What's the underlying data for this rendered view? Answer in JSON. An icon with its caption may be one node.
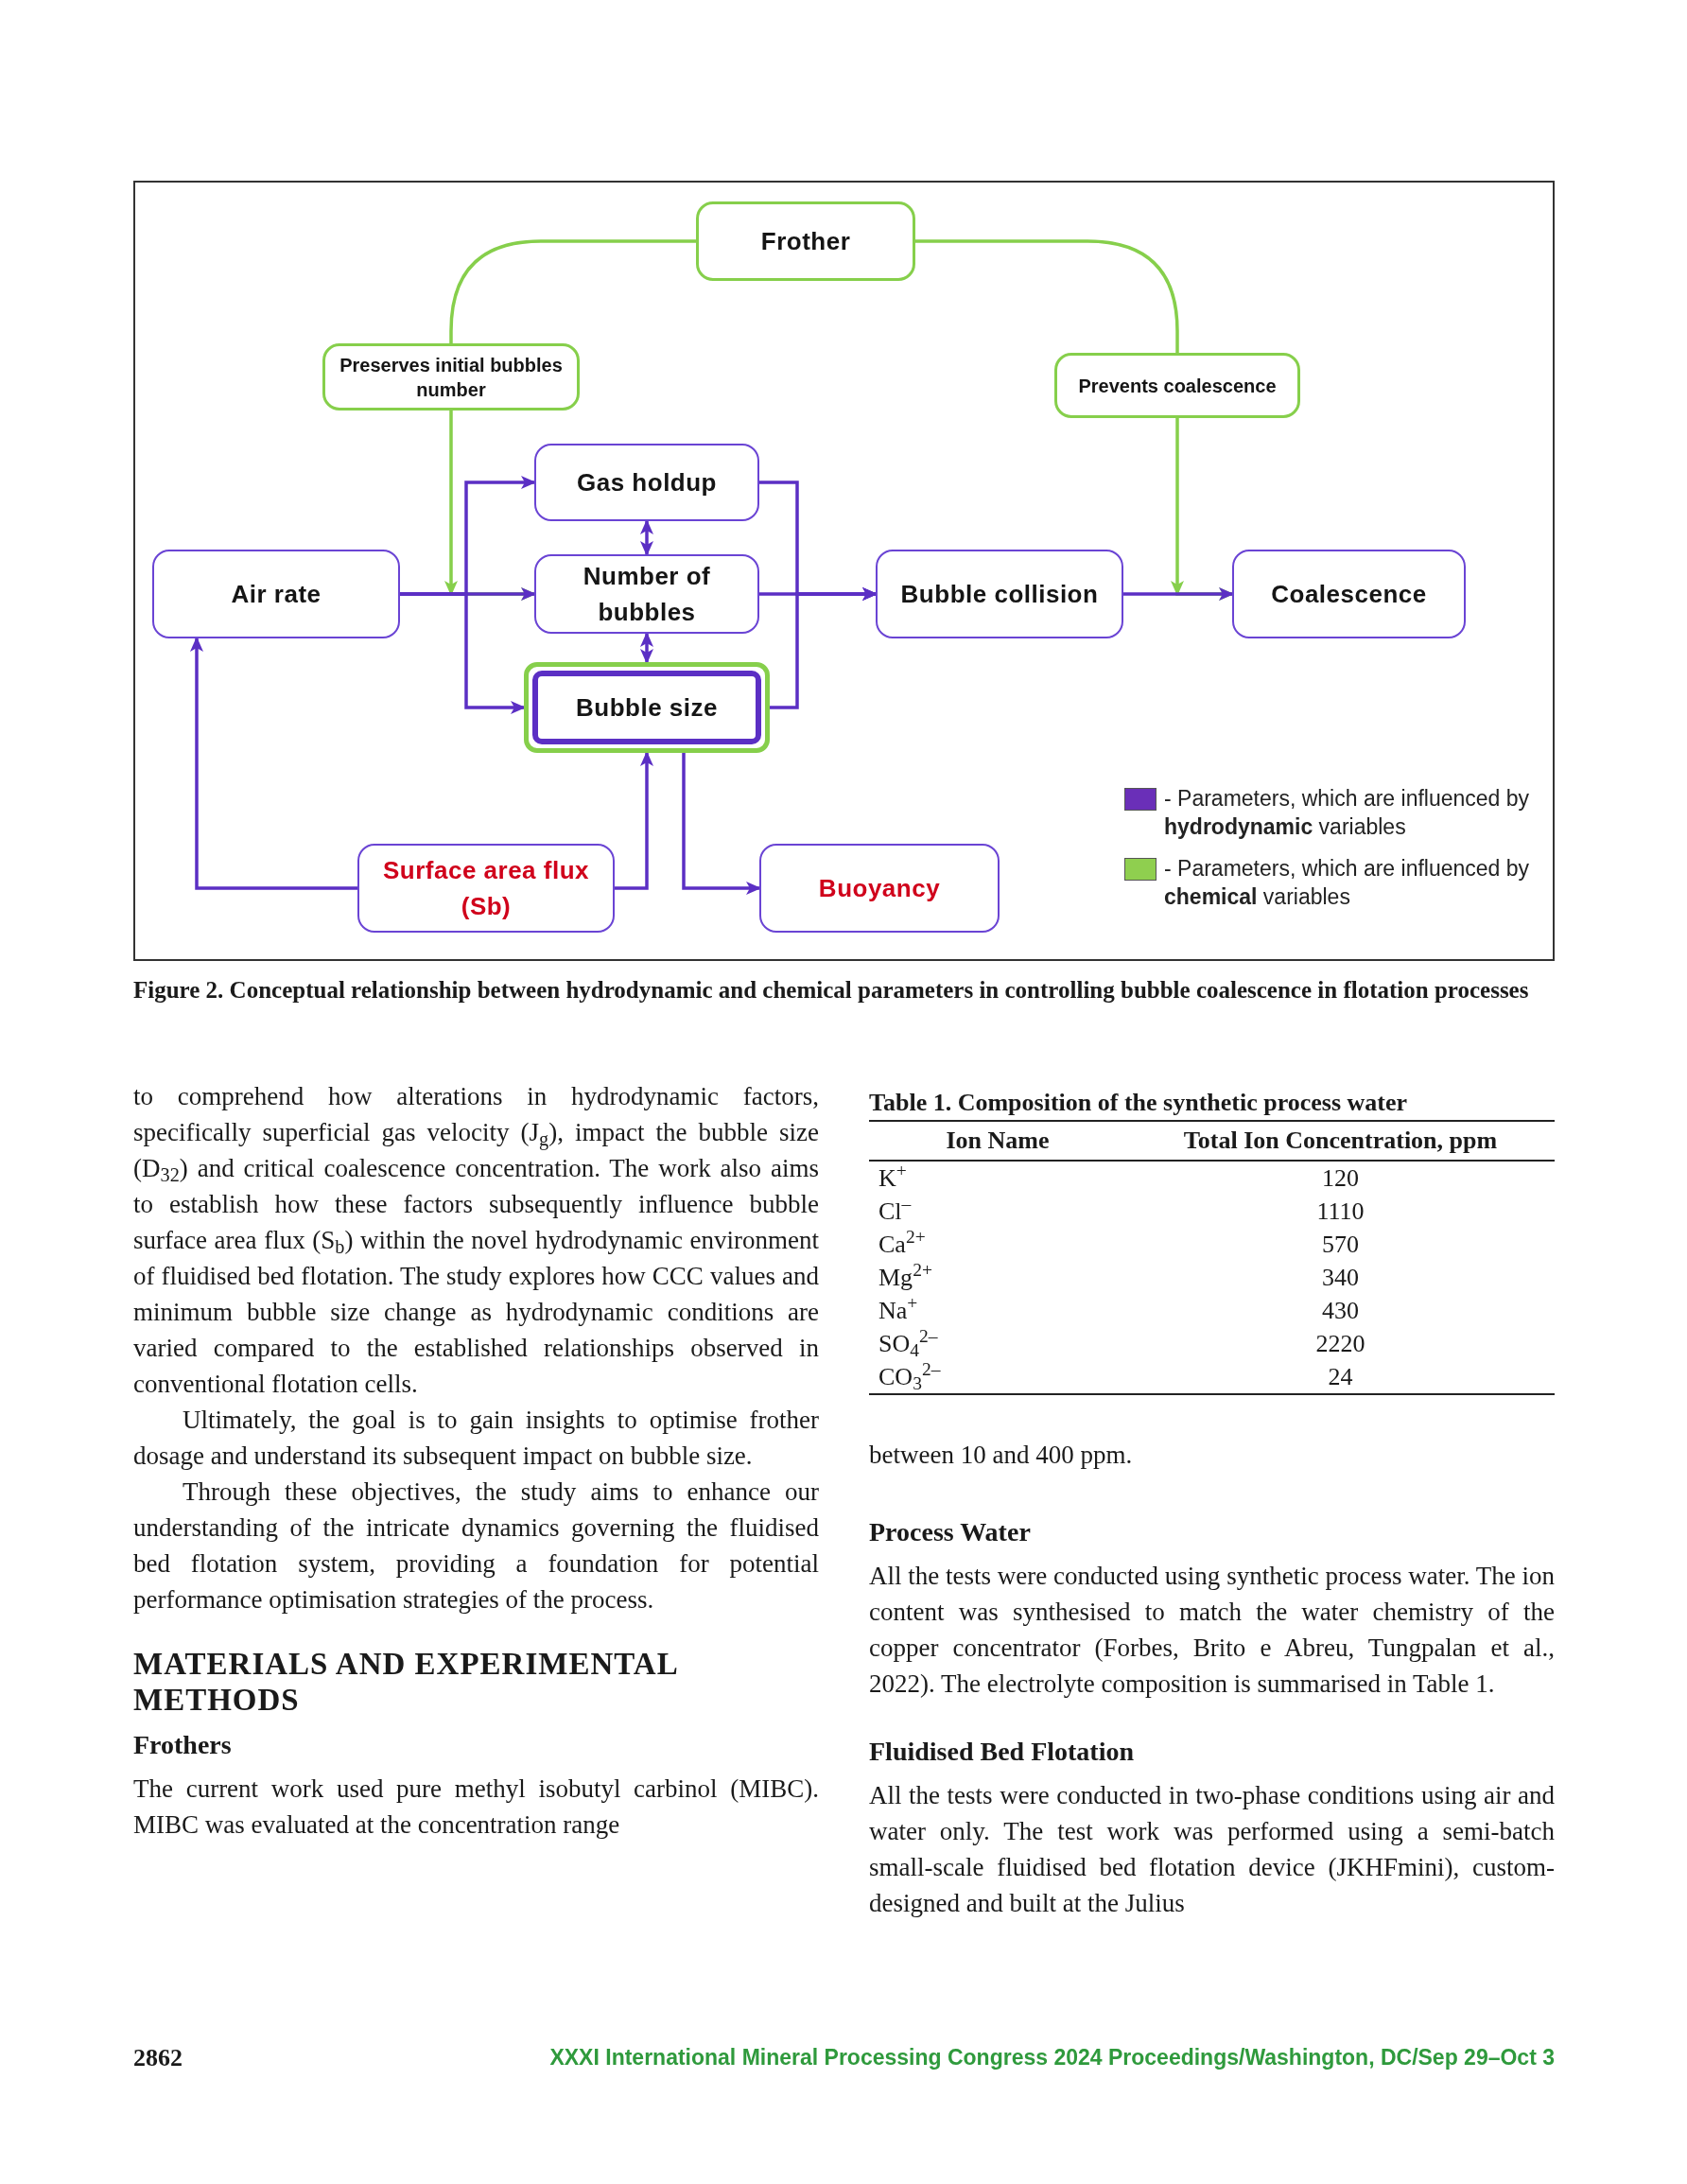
{
  "diagram": {
    "caption": "Figure 2. Conceptual relationship between hydrodynamic and chemical parameters in controlling bubble coalescence in flotation processes",
    "nodes": [
      {
        "text": [
          "Frother"
        ]
      },
      {
        "text": [
          "Preserves initial bubbles number"
        ]
      },
      {
        "text": [
          "Prevents coalescence"
        ]
      },
      {
        "text": [
          "Gas holdup"
        ]
      },
      {
        "text": [
          "Air rate"
        ]
      },
      {
        "text": [
          "Number of bubbles"
        ]
      },
      {
        "text": [
          "Bubble size"
        ]
      },
      {
        "text": [
          "Bubble collision"
        ]
      },
      {
        "text": [
          "Coalescence"
        ]
      },
      {
        "text": [
          "Surface area flux (Sb)"
        ]
      },
      {
        "text": [
          "Buoyancy"
        ]
      }
    ],
    "edges": [
      {
        "from": 0,
        "to": 1,
        "arrow": "none",
        "color": "#86cf4b"
      },
      {
        "from": 1,
        "to": 5,
        "arrow": "to",
        "color": "#86cf4b"
      },
      {
        "from": 0,
        "to": 2,
        "arrow": "none",
        "color": "#86cf4b"
      },
      {
        "from": 2,
        "to": 8,
        "arrow": "to",
        "color": "#86cf4b"
      },
      {
        "from": 4,
        "to": 3,
        "arrow": "to"
      },
      {
        "from": 4,
        "to": 5,
        "arrow": "to"
      },
      {
        "from": 4,
        "to": 6,
        "arrow": "to"
      },
      {
        "from": 3,
        "to": 5,
        "arrow": "both"
      },
      {
        "from": 5,
        "to": 6,
        "arrow": "both"
      },
      {
        "from": 3,
        "to": 7,
        "arrow": "to"
      },
      {
        "from": 5,
        "to": 7,
        "arrow": "to"
      },
      {
        "from": 6,
        "to": 7,
        "arrow": "to"
      },
      {
        "from": 7,
        "to": 8,
        "arrow": "to"
      },
      {
        "from": 9,
        "to": 4,
        "arrow": "to"
      },
      {
        "from": 9,
        "to": 6,
        "arrow": "to"
      },
      {
        "from": 6,
        "to": 10,
        "arrow": "to"
      }
    ],
    "legend": [
      {
        "text": "- Parameters, which are influenced by **hydrodynamic** variables",
        "color": "#6a2fb8"
      },
      {
        "text": "- Parameters, which are influenced by **chemical** variables",
        "color": "#8fcf4f"
      }
    ],
    "labels": [
      "to comprehend how alterations in hydrodynamic factors, specifically superficial gas velocity (J$_{g}$), impact the bubble size (D$_{32}$) and critical coalescence concentration. The work also aims to establish how these factors subsequently influence bubble surface area flux (S$_{b}$) within the novel hydrodynamic environment of fluidised bed flotation. The study explores how CCC values and minimum bubble size change as hydrodynamic conditions are varied compared to the established relationships observed in conventional flotation cells.",
      "Ultimately, the goal is to gain insights to optimise frother dosage and understand its subsequent impact on bubble size.",
      "Through these objectives, the study aims to enhance our understanding of the intricate dynamics governing the fluidised bed flotation system, providing a foundation for potential performance optimisation strategies of the process.",
      "MATERIALS AND EXPERIMENTAL METHODS",
      "Frothers",
      "The current work used pure methyl isobutyl carbinol (MIBC). MIBC was evaluated at the concentration range",
      "Table 1. Composition of the synthetic process water",
      "Ion Name",
      "Total Ion Concentration, ppm",
      "K$^{+}$",
      "120",
      "Cl$^{–}$",
      "1110",
      "Ca$^{2+}$",
      "570",
      "Mg$^{2+}$",
      "340",
      "Na$^{+}$",
      "430",
      "SO$_{4}$$^{2–}$",
      "2220",
      "CO$_{3}$$^{2–}$",
      "24",
      "between 10 and 400 ppm.",
      "Process Water",
      "All the tests were conducted using synthetic process water. The ion content was synthesised to match the water chemistry of the copper concentrator (Forbes, Brito e Abreu, Tungpalan et al., 2022). The electrolyte composition is summarised in Table 1.",
      "Fluidised Bed Flotation",
      "All the tests were conducted in two-phase conditions using air and water only. The test work was performed using a semi-batch small-scale fluidised bed flotation device (JKHFmini), custom-designed and built at the Julius",
      "2862",
      "XXXI International Mineral Processing Congress 2024 Proceedings/Washington, DC/Sep 29–Oct 3"
    ]
  }
}
